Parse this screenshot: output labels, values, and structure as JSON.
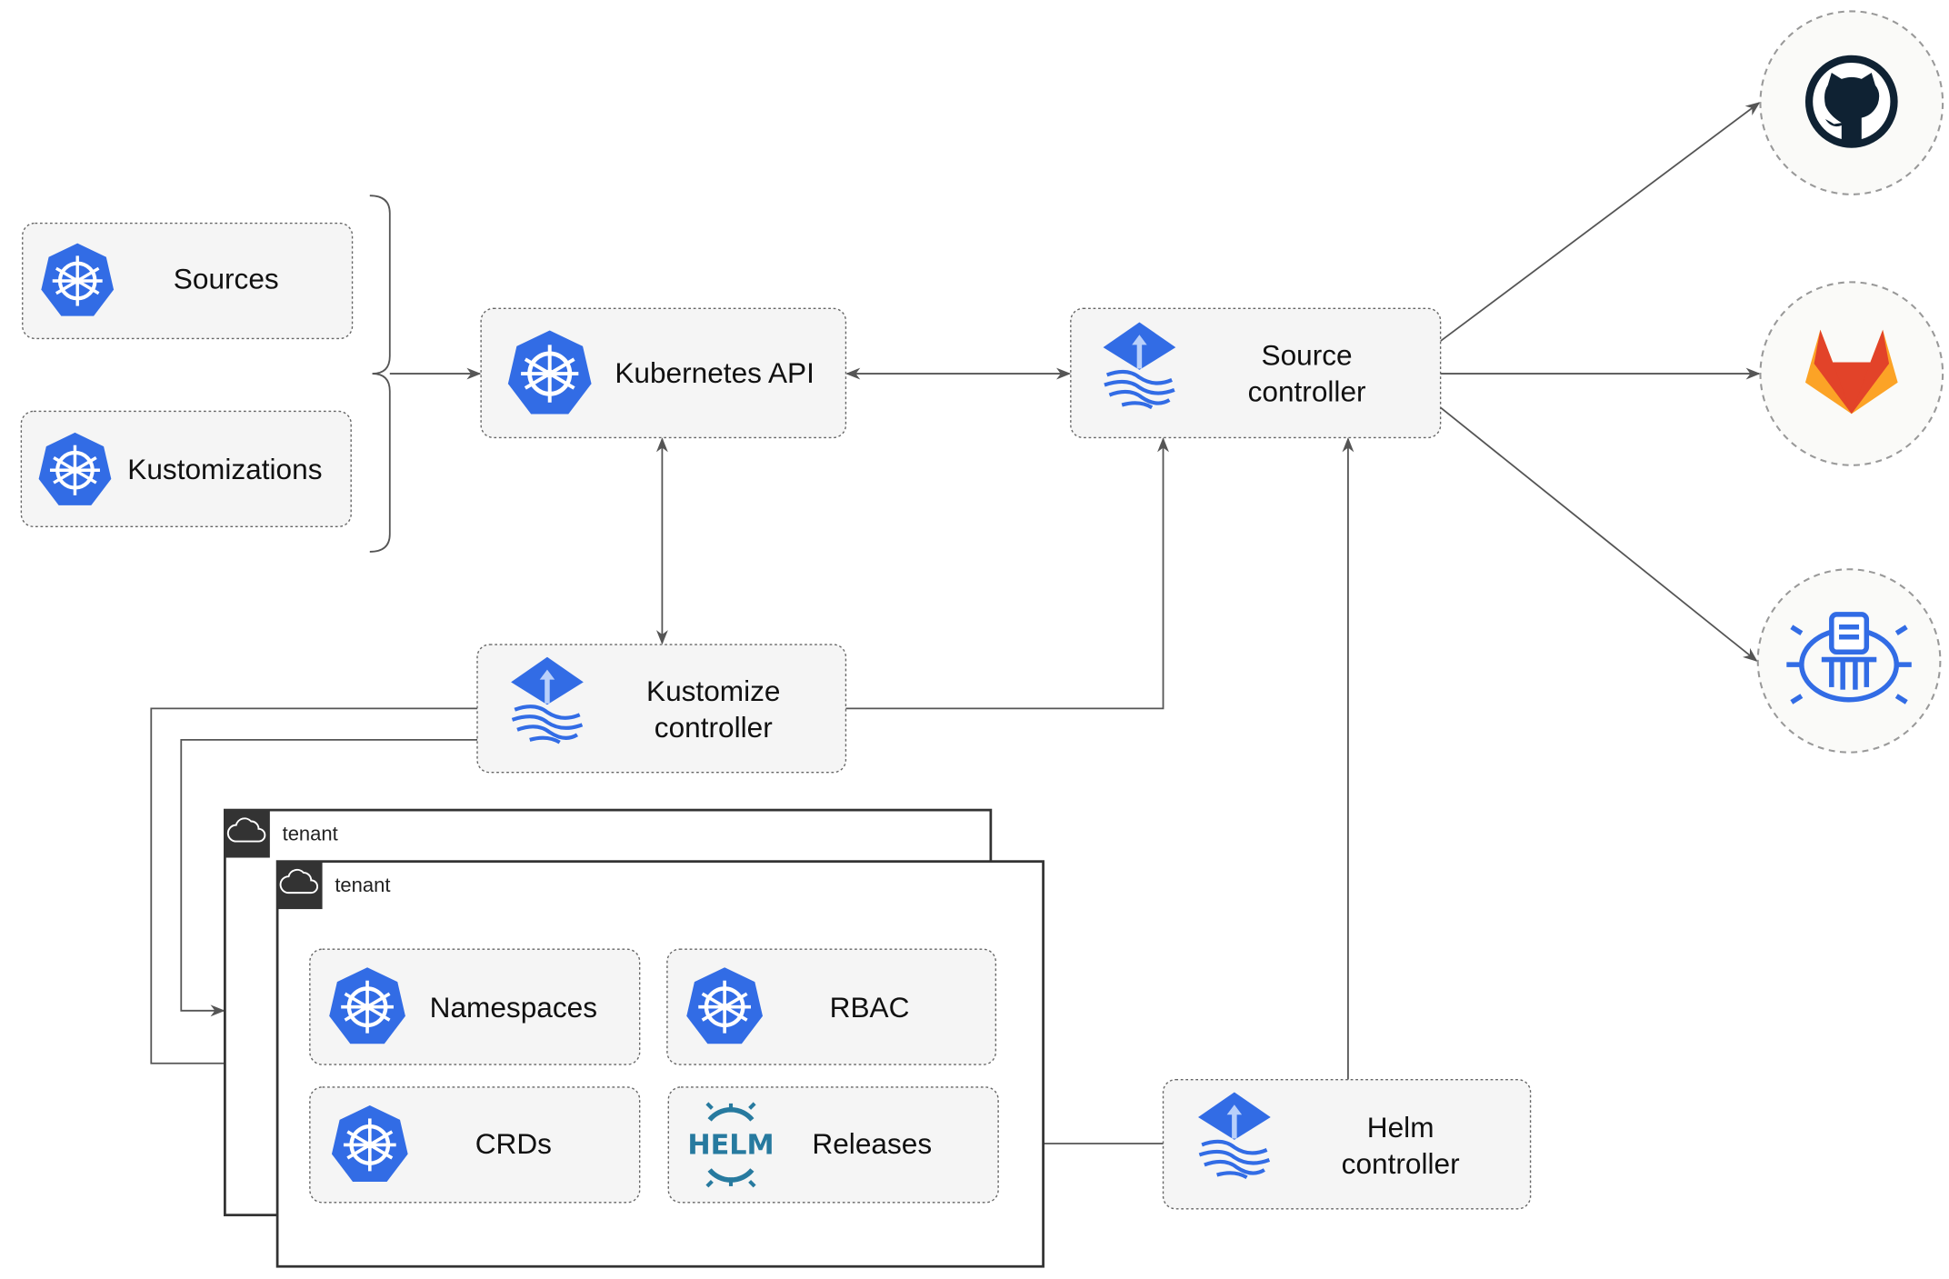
{
  "nodes": {
    "sources": "Sources",
    "kustomizations": "Kustomizations",
    "kubernetes_api": "Kubernetes API",
    "source_controller": [
      "Source",
      "controller"
    ],
    "kustomize_controller": [
      "Kustomize",
      "controller"
    ],
    "helm_controller": [
      "Helm",
      "controller"
    ],
    "namespaces": "Namespaces",
    "rbac": "RBAC",
    "crds": "CRDs",
    "releases": "Releases",
    "helm_logo_text": "HELM"
  },
  "tenants": [
    "tenant",
    "tenant"
  ],
  "external_sources": [
    {
      "icon": "github-icon"
    },
    {
      "icon": "gitlab-icon"
    },
    {
      "icon": "helm-repository-icon"
    }
  ],
  "colors": {
    "kubernetes_blue": "#326ce5",
    "helm_teal": "#277a9f",
    "gitlab_orange": "#e24329",
    "github_dark": "#0f2233"
  }
}
